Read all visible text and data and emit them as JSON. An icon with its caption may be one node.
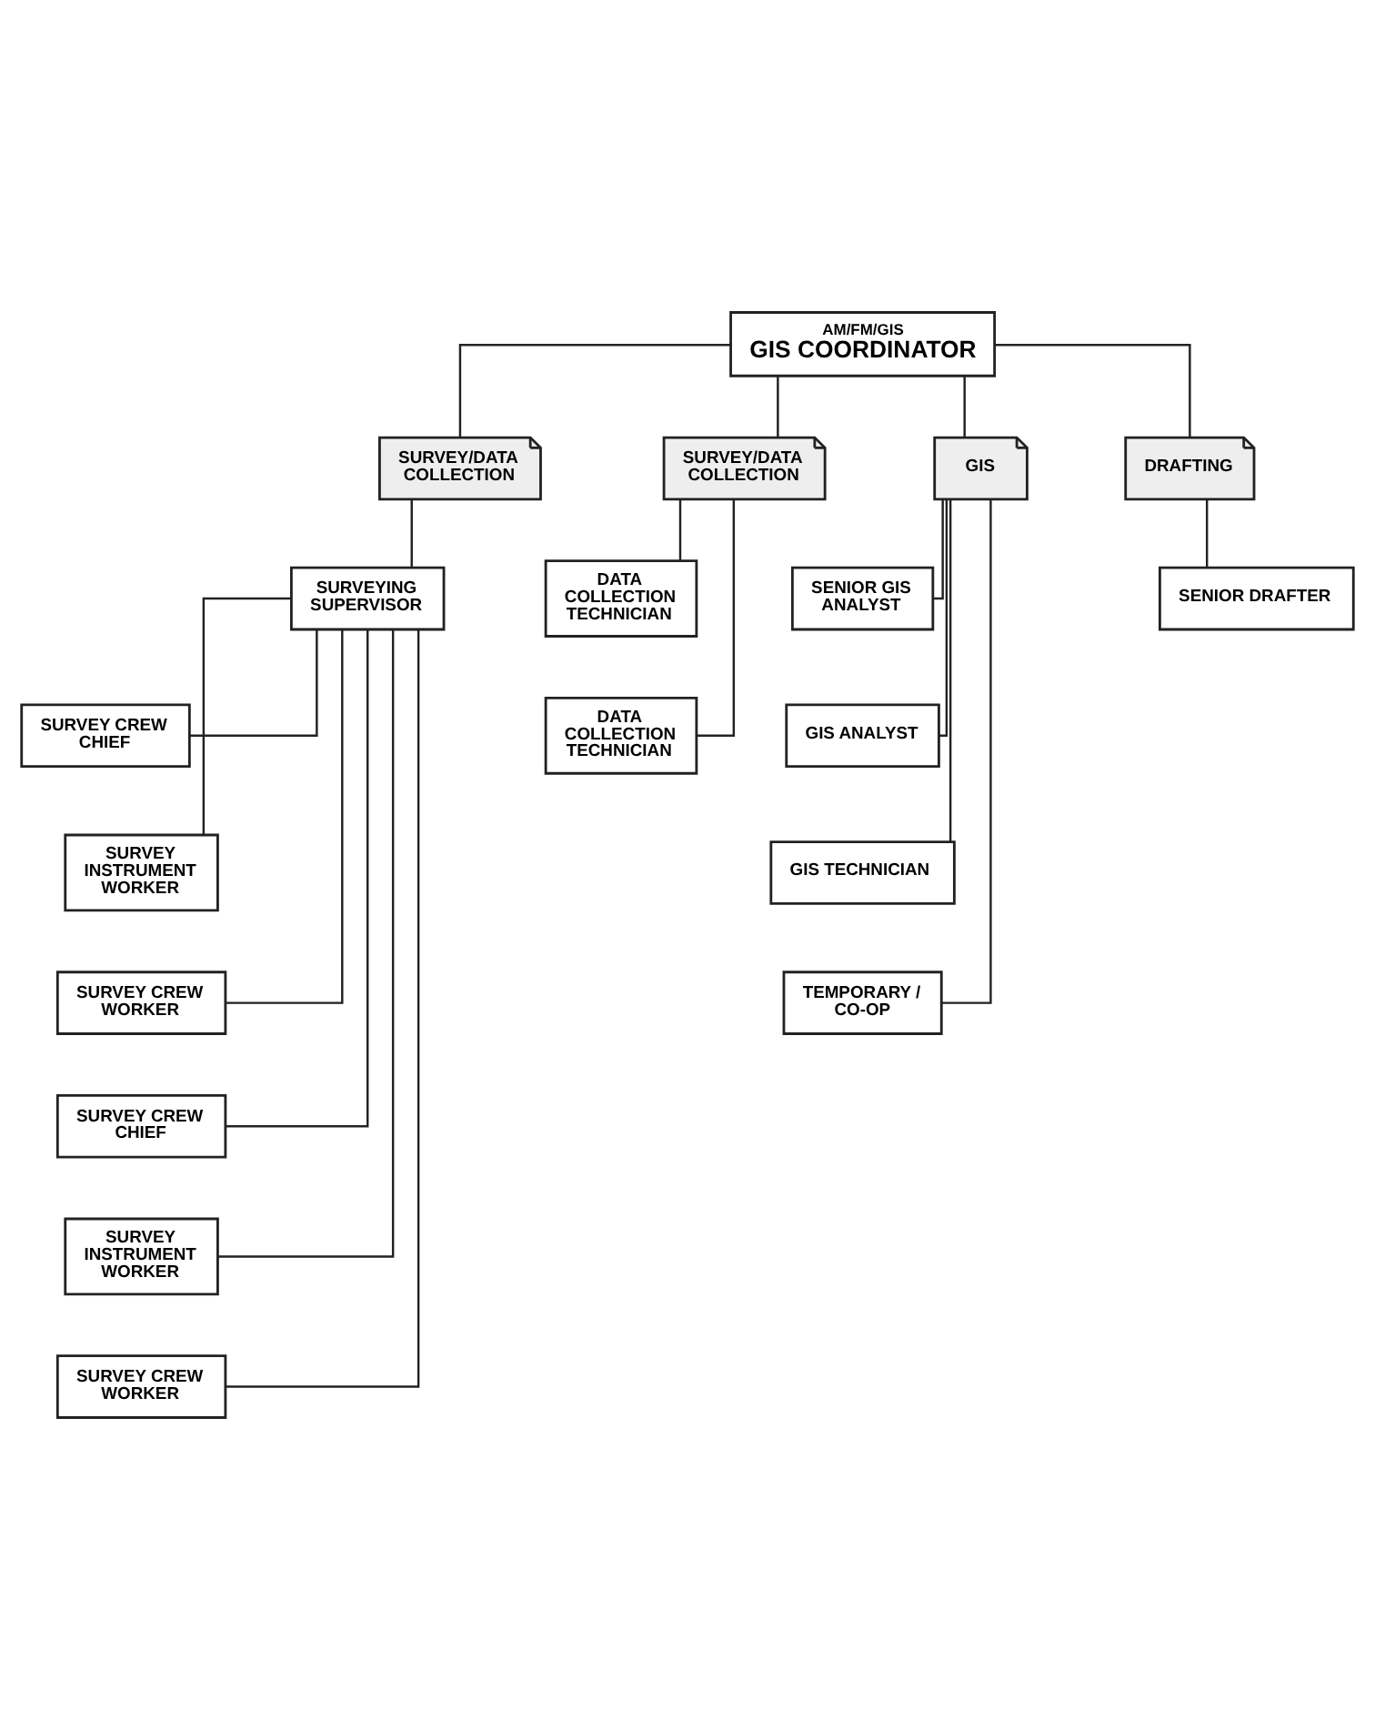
{
  "diagram": {
    "nodes": [
      {
        "text": [
          "AM/FM/GIS",
          "GIS COORDINATOR"
        ]
      },
      {
        "text": [
          "SURVEY/DATA COLLECTION"
        ]
      },
      {
        "text": [
          "SURVEY/DATA COLLECTION"
        ]
      },
      {
        "text": [
          "GIS"
        ]
      },
      {
        "text": [
          "SURVEYING SUPERVISOR"
        ]
      },
      {
        "text": [
          "DATA COLLECTION TECHNICIAN"
        ]
      },
      {
        "text": [
          "SENIOR GIS ANALYST"
        ]
      },
      {
        "text": [
          "SURVEY CREW CHIEF"
        ]
      },
      {
        "text": [
          "DATA COLLECTION TECHNICIAN"
        ]
      },
      {
        "text": [
          "GIS ANALYST"
        ]
      },
      {
        "text": [
          "SURVEY INSTRUMENT WORKER"
        ]
      },
      {
        "text": [
          "GIS TECHNICIAN"
        ]
      },
      {
        "text": [
          "DRAFTING"
        ]
      },
      {
        "text": [
          "SURVEY CREW WORKER"
        ]
      },
      {
        "text": [
          "TEMPORARY / CO-OP"
        ]
      },
      {
        "text": [
          "SENIOR DRAFTER"
        ]
      },
      {
        "text": [
          "SURVEY CREW CHIEF"
        ]
      },
      {
        "text": [
          "SURVEY INSTRUMENT WORKER"
        ]
      },
      {
        "text": [
          "SURVEY CREW WORKER"
        ]
      }
    ],
    "edges": [
      {
        "from": 0,
        "to": 1,
        "arrow": "none"
      },
      {
        "from": 0,
        "to": 2,
        "arrow": "none"
      },
      {
        "from": 0,
        "to": 12,
        "arrow": "none"
      },
      {
        "from": 0,
        "to": 3,
        "arrow": "none"
      },
      {
        "from": 1,
        "to": 4,
        "arrow": "none"
      },
      {
        "from": 4,
        "to": 7,
        "arrow": "none"
      },
      {
        "from": 4,
        "to": 10,
        "arrow": "none"
      },
      {
        "from": 4,
        "to": 13,
        "arrow": "none"
      },
      {
        "from": 4,
        "to": 16,
        "arrow": "none"
      },
      {
        "from": 4,
        "to": 17,
        "arrow": "none"
      },
      {
        "from": 4,
        "to": 18,
        "arrow": "none"
      },
      {
        "from": 2,
        "to": 5,
        "arrow": "none"
      },
      {
        "from": 2,
        "to": 8,
        "arrow": "none"
      },
      {
        "from": 12,
        "to": 15,
        "arrow": "none"
      },
      {
        "from": 3,
        "to": 6,
        "arrow": "none"
      },
      {
        "from": 3,
        "to": 9,
        "arrow": "none"
      },
      {
        "from": 3,
        "to": 11,
        "arrow": "none"
      },
      {
        "from": 3,
        "to": 14,
        "arrow": "none"
      }
    ]
  }
}
